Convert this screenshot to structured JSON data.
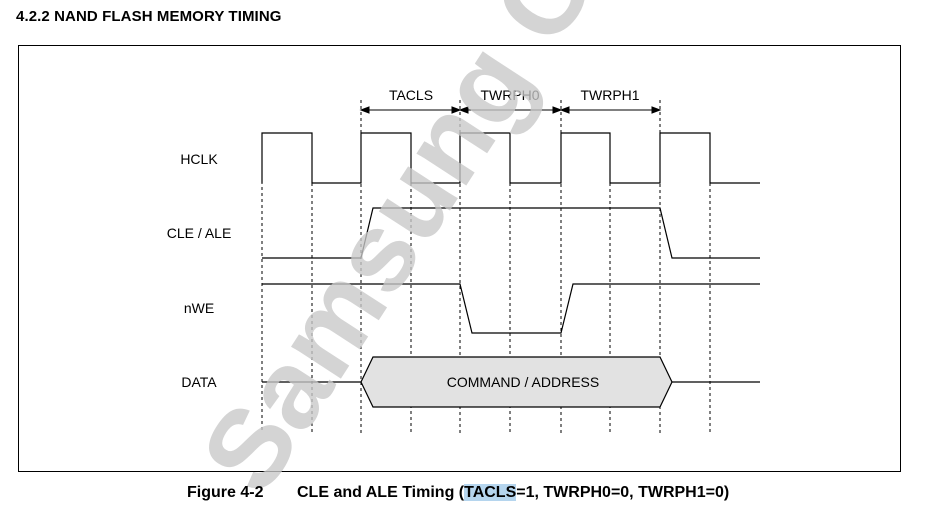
{
  "heading": "4.2.2  NAND FLASH MEMORY TIMING",
  "timing_labels": {
    "tacls": "TACLS",
    "twrph0": "TWRPH0",
    "twrph1": "TWRPH1"
  },
  "signals": {
    "hclk": "HCLK",
    "cle_ale": "CLE / ALE",
    "nwe": "nWE",
    "data": "DATA"
  },
  "data_bus_label": "COMMAND / ADDRESS",
  "caption": {
    "figure_number": "Figure 4-2",
    "title_prefix": "CLE and ALE Timing (",
    "title_highlight": "TACLS",
    "title_suffix": "=1, TWRPH0=0, TWRPH1=0)"
  },
  "watermark": "Samsung Confidential",
  "colors": {
    "line": "#000000",
    "bus_fill": "#e2e2e2",
    "watermark": "#c8c8c8",
    "highlight": "#b5d5ee"
  }
}
